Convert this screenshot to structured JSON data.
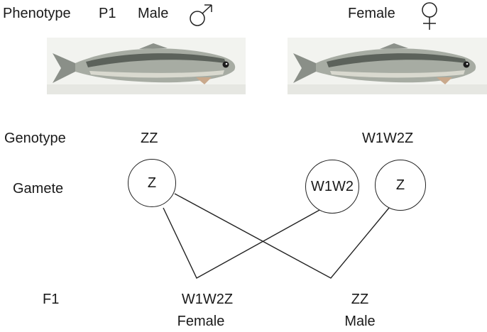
{
  "header": {
    "phenotype_label": "Phenotype",
    "p1_label": "P1",
    "male_label": "Male",
    "female_label": "Female",
    "male_symbol_icon": "mars-symbol-icon",
    "female_symbol_icon": "venus-symbol-icon"
  },
  "photos": {
    "male_photo": "fish-photo",
    "female_photo": "fish-photo"
  },
  "genotype": {
    "label": "Genotype",
    "male": "ZZ",
    "female": "W1W2Z"
  },
  "gamete": {
    "label": "Gamete",
    "male_z": "Z",
    "female_w1w2": "W1W2",
    "female_z": "Z"
  },
  "f1": {
    "label": "F1",
    "offspring_1_genotype": "W1W2Z",
    "offspring_1_sex": "Female",
    "offspring_2_genotype": "ZZ",
    "offspring_2_sex": "Male"
  }
}
